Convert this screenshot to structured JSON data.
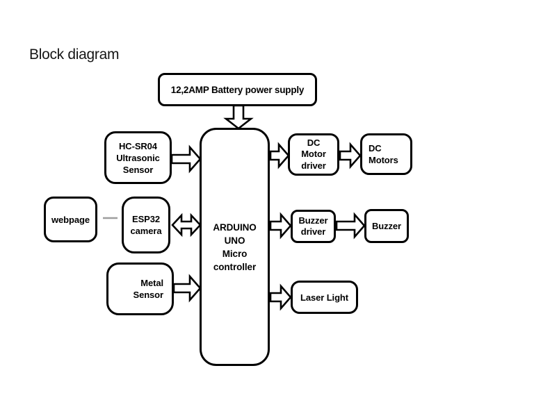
{
  "title": "Block diagram",
  "colors": {
    "background": "#ffffff",
    "shape_stroke": "#000000",
    "shape_fill": "#ffffff",
    "text": "#000000",
    "webpage_connector": "#9e9e9e"
  },
  "nodes": {
    "battery": {
      "label": "12,2AMP Battery power supply"
    },
    "hcsr04": {
      "label": "HC-SR04\nUltrasonic\nSensor"
    },
    "webpage": {
      "label": "webpage"
    },
    "esp32": {
      "label": "ESP32\ncamera"
    },
    "metal": {
      "label": "Metal\nSensor"
    },
    "arduino": {
      "label": "ARDUINO\nUNO\nMicro\ncontroller"
    },
    "dc_motor_driver": {
      "label": "DC\nMotor\ndriver"
    },
    "dc_motors": {
      "label": "DC\nMotors"
    },
    "buzzer_driver": {
      "label": "Buzzer\ndriver"
    },
    "buzzer": {
      "label": "Buzzer"
    },
    "laser_light": {
      "label": "Laser Light"
    }
  },
  "connections": [
    {
      "from": "battery",
      "to": "arduino",
      "type": "block-arrow"
    },
    {
      "from": "hcsr04",
      "to": "arduino",
      "type": "block-arrow"
    },
    {
      "from": "webpage",
      "to": "esp32",
      "type": "plain-line"
    },
    {
      "from": "esp32",
      "to": "arduino",
      "type": "double-block-arrow"
    },
    {
      "from": "metal",
      "to": "arduino",
      "type": "block-arrow"
    },
    {
      "from": "arduino",
      "to": "dc_motor_driver",
      "type": "block-arrow"
    },
    {
      "from": "dc_motor_driver",
      "to": "dc_motors",
      "type": "block-arrow"
    },
    {
      "from": "arduino",
      "to": "buzzer_driver",
      "type": "block-arrow"
    },
    {
      "from": "buzzer_driver",
      "to": "buzzer",
      "type": "block-arrow"
    },
    {
      "from": "arduino",
      "to": "laser_light",
      "type": "block-arrow"
    }
  ]
}
